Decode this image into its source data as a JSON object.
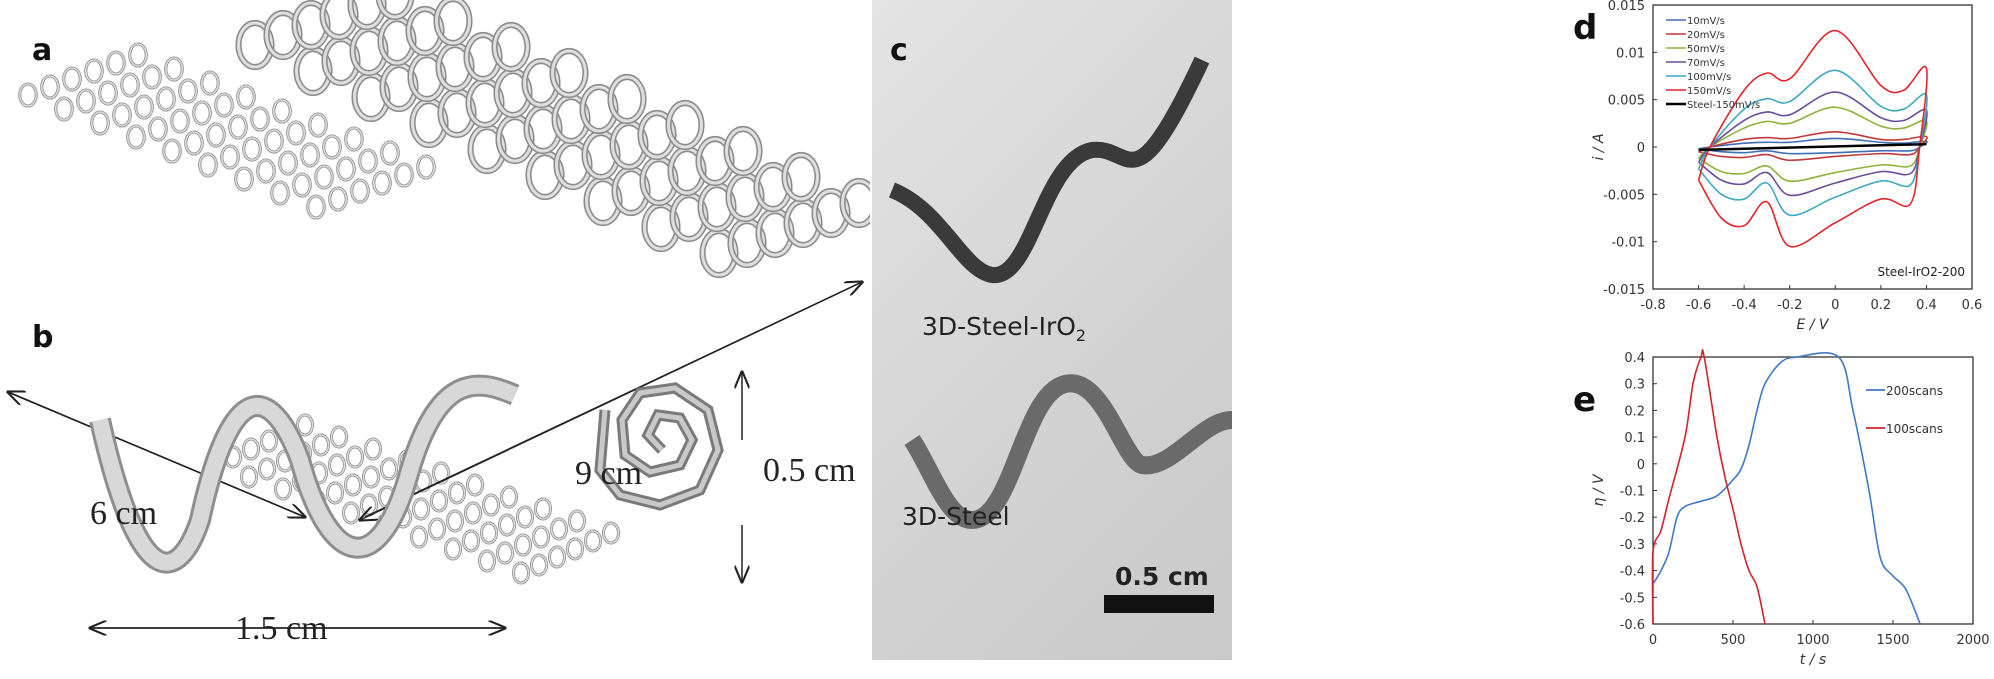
{
  "panels": {
    "a": {
      "label": "a",
      "dim_width": "6 cm",
      "dim_length": "9 cm"
    },
    "b": {
      "label": "b",
      "dim_length": "1.5 cm",
      "dim_height": "0.5 cm"
    },
    "c": {
      "label": "c",
      "sample_top": "3D-Steel-IrO",
      "sample_top_sub": "2",
      "sample_bottom": "3D-Steel",
      "scale_bar": "0.5 cm"
    },
    "d": {
      "label": "d"
    },
    "e": {
      "label": "e"
    }
  },
  "chart_data": [
    {
      "type": "line",
      "panel": "d",
      "xlabel": "E / V",
      "ylabel": "i / A",
      "annotation": "Steel-IrO2-200",
      "xlim": [
        -0.8,
        0.6
      ],
      "ylim": [
        -0.015,
        0.015
      ],
      "xticks": [
        "-0.8",
        "-0.6",
        "-0.4",
        "-0.2",
        "0",
        "0.2",
        "0.4",
        "0.6"
      ],
      "yticks": [
        "0.015",
        "0.01",
        "0.005",
        "0",
        "-0.005",
        "-0.01",
        "-0.015"
      ],
      "legend": "top-left",
      "x": [
        -0.6,
        -0.55,
        -0.4,
        -0.3,
        -0.2,
        0,
        0.2,
        0.3,
        0.4,
        0.37,
        0.33,
        0.2,
        0,
        -0.2,
        -0.3,
        -0.4,
        -0.5,
        -0.6
      ],
      "series": [
        {
          "name": "10mV/s",
          "color": "#3f6fb5",
          "values": [
            -0.0002,
            0,
            0.0004,
            0.0005,
            0.0005,
            0.0009,
            0.0005,
            0.0004,
            0.0006,
            0,
            -0.0004,
            -0.0004,
            -0.0006,
            -0.0007,
            -0.0004,
            -0.0006,
            -0.0005,
            -0.0002
          ]
        },
        {
          "name": "20mV/s",
          "color": "#c0393b",
          "values": [
            -0.0005,
            0,
            0.0008,
            0.001,
            0.0009,
            0.0016,
            0.0008,
            0.0008,
            0.0011,
            0,
            -0.0008,
            -0.0007,
            -0.001,
            -0.0014,
            -0.0008,
            -0.0011,
            -0.001,
            -0.0005
          ]
        },
        {
          "name": "50mV/s",
          "color": "#8db33a",
          "values": [
            -0.0012,
            0,
            0.002,
            0.0027,
            0.0025,
            0.0042,
            0.0022,
            0.002,
            0.0028,
            0,
            -0.002,
            -0.0019,
            -0.0027,
            -0.0036,
            -0.002,
            -0.0028,
            -0.0026,
            -0.0012
          ]
        },
        {
          "name": "70mV/s",
          "color": "#6b4c9a",
          "values": [
            -0.0016,
            0,
            0.0028,
            0.0037,
            0.0034,
            0.0058,
            0.0031,
            0.0028,
            0.0039,
            0,
            -0.0028,
            -0.0026,
            -0.0038,
            -0.0051,
            -0.0027,
            -0.0039,
            -0.0035,
            -0.0016
          ]
        },
        {
          "name": "100mV/s",
          "color": "#3fa9c4",
          "values": [
            -0.0023,
            0,
            0.004,
            0.0051,
            0.0048,
            0.0081,
            0.0043,
            0.004,
            0.0055,
            0,
            -0.004,
            -0.0036,
            -0.0053,
            -0.0072,
            -0.0038,
            -0.0055,
            -0.005,
            -0.0023
          ]
        },
        {
          "name": "150mV/s",
          "color": "#e0262b",
          "values": [
            -0.0035,
            0,
            0.006,
            0.0078,
            0.0072,
            0.0123,
            0.0065,
            0.006,
            0.0083,
            0,
            -0.006,
            -0.0055,
            -0.008,
            -0.0105,
            -0.0058,
            -0.0083,
            -0.0075,
            -0.0035
          ]
        },
        {
          "name": "Steel-150mV/s",
          "color": "#000000",
          "x": [
            -0.6,
            0.4
          ],
          "values": [
            -0.0003,
            0.0003
          ]
        }
      ]
    },
    {
      "type": "line",
      "panel": "e",
      "xlabel": "t / s",
      "ylabel": "η / V",
      "xlim": [
        0,
        2000
      ],
      "ylim": [
        -0.6,
        0.4
      ],
      "xticks": [
        "0",
        "500",
        "1000",
        "1500",
        "2000"
      ],
      "yticks": [
        "0.4",
        "0.3",
        "0.2",
        "0.1",
        "0",
        "-0.1",
        "-0.2",
        "-0.3",
        "-0.4",
        "-0.5",
        "-0.6"
      ],
      "legend": "right",
      "series": [
        {
          "name": "200scans",
          "color": "#3f78c4",
          "x": [
            0,
            50,
            100,
            150,
            200,
            300,
            400,
            500,
            550,
            600,
            650,
            700,
            800,
            900,
            1160,
            1250,
            1350,
            1420,
            1500,
            1580,
            1670
          ],
          "values": [
            -0.45,
            -0.4,
            -0.33,
            -0.2,
            -0.16,
            -0.14,
            -0.12,
            -0.06,
            -0.02,
            0.07,
            0.2,
            0.3,
            0.38,
            0.4,
            0.4,
            0.2,
            -0.1,
            -0.35,
            -0.42,
            -0.47,
            -0.6
          ]
        },
        {
          "name": "100scans",
          "color": "#d0232b",
          "x": [
            0,
            0,
            50,
            100,
            200,
            250,
            300,
            320,
            400,
            450,
            500,
            550,
            600,
            650,
            700
          ],
          "values": [
            -0.6,
            -0.33,
            -0.25,
            -0.13,
            0.1,
            0.3,
            0.4,
            0.4,
            0.1,
            -0.05,
            -0.17,
            -0.3,
            -0.4,
            -0.46,
            -0.6
          ]
        }
      ]
    }
  ]
}
